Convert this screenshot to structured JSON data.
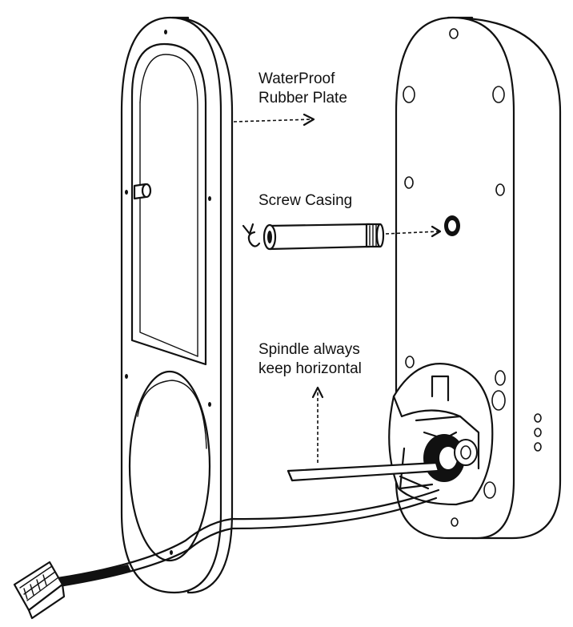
{
  "labels": {
    "rubber_plate_line1": "WaterProof",
    "rubber_plate_line2": "Rubber Plate",
    "screw_casing": "Screw Casing",
    "spindle_line1": "Spindle always",
    "spindle_line2": "keep horizontal"
  },
  "colors": {
    "line": "#111111",
    "background": "#ffffff"
  }
}
